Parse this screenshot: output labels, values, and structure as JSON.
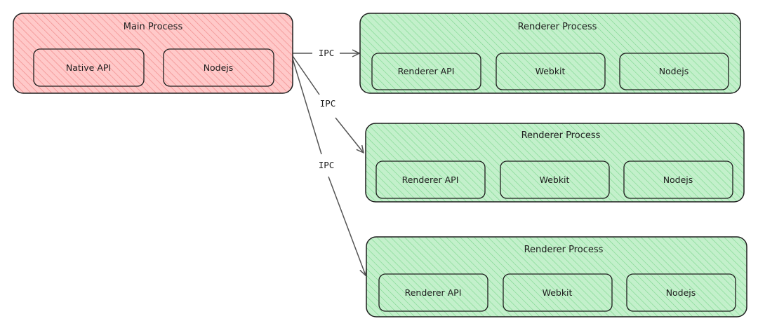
{
  "colors": {
    "main_fill": "#ffc9c9",
    "main_hatch": "#f08c8c",
    "renderer_fill": "#b2f2bb",
    "renderer_hatch": "#40c057",
    "stroke": "#1e1e1e",
    "arrow": "#555555"
  },
  "main_process": {
    "title": "Main Process",
    "modules": [
      "Native API",
      "Nodejs"
    ]
  },
  "renderer_processes": [
    {
      "title": "Renderer Process",
      "modules": [
        "Renderer API",
        "Webkit",
        "Nodejs"
      ]
    },
    {
      "title": "Renderer Process",
      "modules": [
        "Renderer API",
        "Webkit",
        "Nodejs"
      ]
    },
    {
      "title": "Renderer Process",
      "modules": [
        "Renderer API",
        "Webkit",
        "Nodejs"
      ]
    }
  ],
  "connections": [
    {
      "label": "IPC"
    },
    {
      "label": "IPC"
    },
    {
      "label": "IPC"
    }
  ]
}
